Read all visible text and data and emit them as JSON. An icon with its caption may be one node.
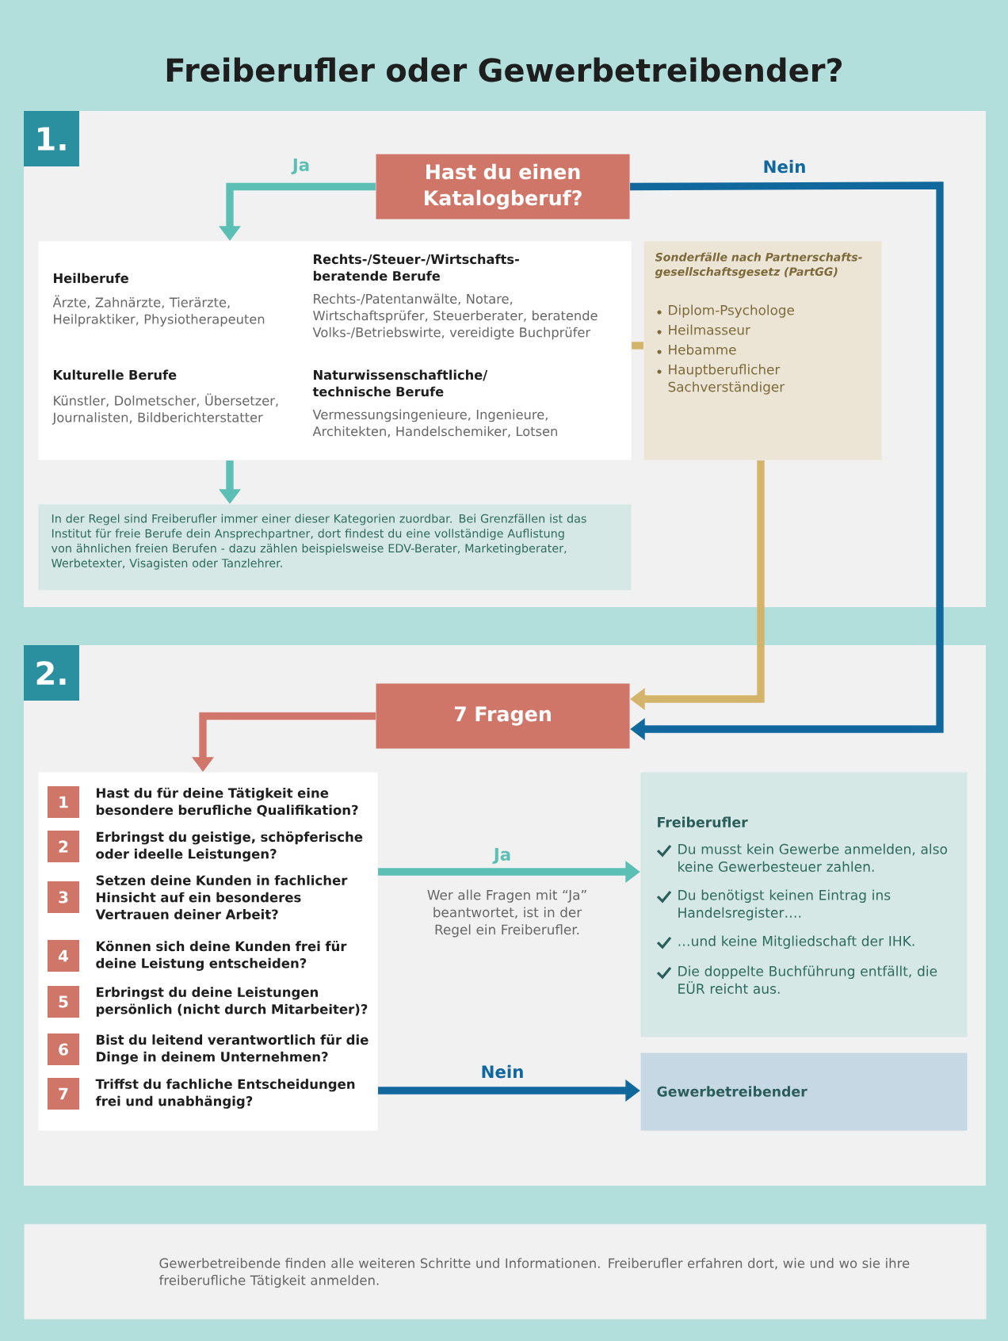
{
  "diagram": {
    "title": "Freiberufler oder Gewerbetreibender?",
    "nodes": [
      {
        "text": [
          "Hast du einen Katalogberuf?"
        ]
      },
      {
        "text": [
          "Heilberufe",
          "Ärzte, Zahnärzte, Tierärzte, Heilpraktiker, Physiotherapeuten",
          "Rechts-/Steuer-/Wirtschafts- beratende Berufe",
          "Rechts-/Patentanwälte, Notare, Wirtschaftsprüfer, Steuerberater, beratende Volks-/Betriebswirte, vereidigte Buchprüfer",
          "Kulturelle Berufe",
          "Künstler, Dolmetscher, Übersetzer, Journalisten, Bildberichterstatter",
          "Naturwissenschaftliche/ technische Berufe",
          "Vermessungsingenieure, Ingenieure, Architekten, Handelschemiker, Lotsen"
        ]
      },
      {
        "text": [
          "Sonderfälle nach Partnerschafts- gesellschaftsgesetz (PartGG)",
          "Diplom-Psychologe",
          "Heilmasseur",
          "Hebamme",
          "Hauptberuflicher Sachverständiger"
        ]
      },
      {
        "text": [
          "In der Regel sind Freiberufler immer einer dieser Kategorien zuordbar. Bei Grenzfällen ist das Institut für freie Berufe dein Ansprechpartner, dort findest du eine vollständige Auflistung von ähnlichen freien Berufen - dazu zählen beispielsweise EDV-Berater, Marketingberater, Werbetexter, Visagisten oder Tanzlehrer."
        ]
      },
      {
        "text": [
          "7 Fragen"
        ]
      },
      {
        "text": [],
        "shape": "box"
      },
      {
        "text": [
          "1",
          "Hast du für deine Tätigkeit eine besondere berufliche Qualifikation?"
        ],
        "in": 5
      },
      {
        "text": [
          "2",
          "Erbringst du geistige, schöpferische oder ideelle Leistungen?"
        ],
        "in": 5
      },
      {
        "text": [
          "3",
          "Setzen deine Kunden in fachlicher Hinsicht auf ein besonderes Vertrauen deiner Arbeit?"
        ],
        "in": 5
      },
      {
        "text": [
          "4",
          "Können sich deine Kunden frei für deine Leistung entscheiden?"
        ],
        "in": 5
      },
      {
        "text": [
          "5",
          "Erbringst du deine Leistungen persönlich (nicht durch Mitarbeiter)?"
        ],
        "in": 5
      },
      {
        "text": [
          "6",
          "Bist du leitend verantwortlich für die Dinge in deinem Unternehmen?"
        ],
        "in": 5
      },
      {
        "text": [
          "7",
          "Triffst du fachliche Entscheidungen frei und unabhängig?"
        ],
        "in": 5
      },
      {
        "text": [
          "Freiberufler",
          "Du musst kein Gewerbe anmelden, also keine Gewerbesteuer zahlen.",
          "Du benötigst keinen Eintrag ins Handelsregister….",
          "…und keine Mitgliedschaft der IHK.",
          "Die doppelte Buchführung entfällt, die EÜR reicht aus."
        ]
      },
      {
        "text": [
          "Gewerbetreibender"
        ]
      },
      {
        "text": [
          "Gewerbetreibende finden alle weiteren Schritte und Informationen. Freiberufler erfahren dort, wie und wo sie ihre freiberufliche Tätigkeit anmelden."
        ]
      }
    ],
    "edges": [
      {
        "from": 0,
        "to": 1,
        "arrow": "to",
        "label": "Ja",
        "color": "#5bbfb5"
      },
      {
        "from": 0,
        "to": 4,
        "arrow": "to",
        "label": "Nein",
        "color": "#11689c"
      },
      {
        "from": 1,
        "to": 3,
        "arrow": "to",
        "color": "#5bbfb5"
      },
      {
        "from": 1,
        "to": 2,
        "arrow": "none",
        "color": "#d4b46a"
      },
      {
        "from": 2,
        "to": 4,
        "arrow": "to",
        "color": "#d4b46a"
      },
      {
        "from": 4,
        "to": 5,
        "arrow": "to",
        "color": "#d0766a"
      },
      {
        "from": 5,
        "to": 13,
        "arrow": "to",
        "label": "Ja",
        "color": "#5bbfb5"
      },
      {
        "from": 5,
        "to": 14,
        "arrow": "to",
        "label": "Nein",
        "color": "#11689c"
      }
    ],
    "labels": [
      "1.",
      "2.",
      "Wer alle Fragen mit “Ja” beantwortet, ist in der Regel ein Freiberufler."
    ]
  }
}
